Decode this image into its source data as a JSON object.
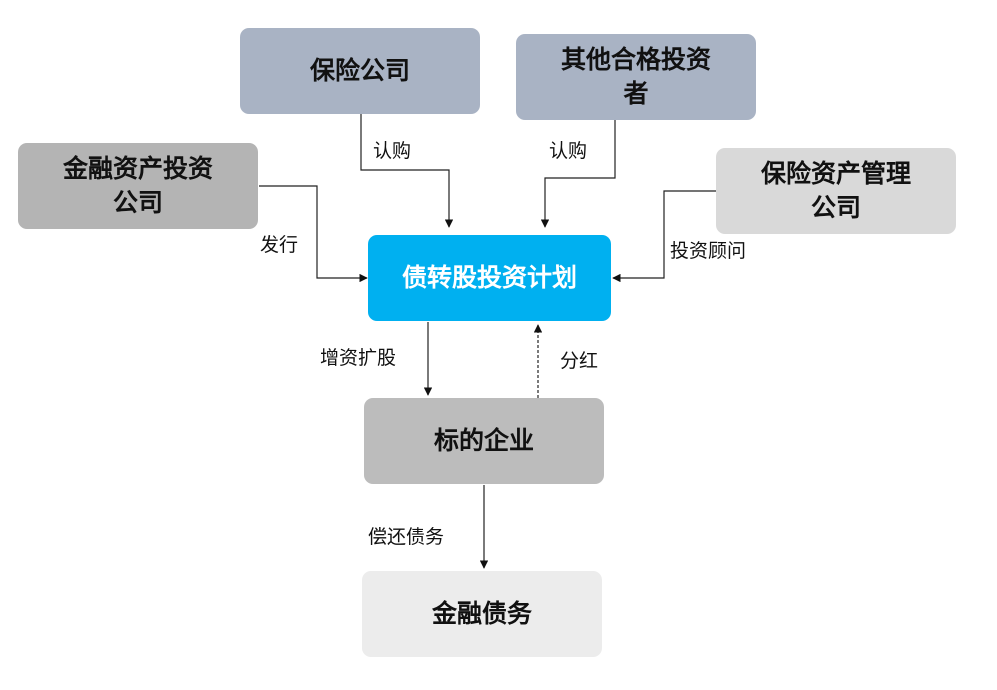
{
  "nodes": {
    "insurance": {
      "label": "保险公司",
      "color": "#a9b3c4"
    },
    "other_investors": {
      "label": "其他合格投资\n者",
      "color": "#a9b3c4"
    },
    "financial_asset_investment": {
      "label": "金融资产投资\n公司",
      "color": "#b4b4b4"
    },
    "insurance_asset_mgmt": {
      "label": "保险资产管理\n公司",
      "color": "#d9d9d9"
    },
    "plan": {
      "label": "债转股投资计划",
      "color": "#00b0f0",
      "text_color": "#ffffff"
    },
    "target_enterprise": {
      "label": "标的企业",
      "color": "#bcbcbc"
    },
    "financial_debt": {
      "label": "金融债务",
      "color": "#ececec"
    }
  },
  "edges": {
    "subscribe_left": "认购",
    "subscribe_right": "认购",
    "issue": "发行",
    "advisor": "投资顾问",
    "capital_increase": "增资扩股",
    "dividend": "分红",
    "repay": "偿还债务"
  }
}
